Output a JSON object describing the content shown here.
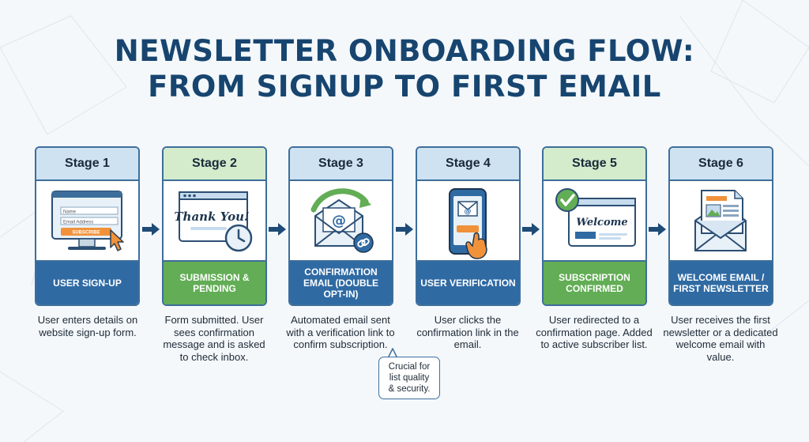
{
  "title": {
    "line1": "NEWSLETTER ONBOARDING FLOW:",
    "line2": "FROM SIGNUP TO FIRST EMAIL"
  },
  "colors": {
    "title": "#17456f",
    "border": "#3d6e9b",
    "header_blue": "#cfe2f1",
    "header_green": "#d4ebcc",
    "footer_blue": "#2f6aa3",
    "footer_green": "#62ad55",
    "accent_orange": "#f0923a",
    "arrow": "#1f4b77"
  },
  "stages": [
    {
      "header": "Stage 1",
      "icon": "signup-form-monitor-icon",
      "form_name_placeholder": "Name",
      "form_email_placeholder": "Email Address",
      "form_button": "SUBSCRIBE",
      "label": "USER SIGN-UP",
      "description": "User enters details on website sign-up form."
    },
    {
      "header": "Stage 2",
      "icon": "thank-you-window-clock-icon",
      "window_text": "Thank You!",
      "label": "SUBMISSION & PENDING",
      "description": "Form submitted. User sees confirmation message and is asked to check inbox."
    },
    {
      "header": "Stage 3",
      "icon": "envelope-link-icon",
      "label": "CONFIRMATION EMAIL (DOUBLE OPT-IN)",
      "description": "Automated email sent with a verification link to confirm subscription."
    },
    {
      "header": "Stage 4",
      "icon": "phone-tap-icon",
      "label": "USER VERIFICATION",
      "description": "User clicks the confirmation link in the email."
    },
    {
      "header": "Stage 5",
      "icon": "welcome-window-check-icon",
      "window_text": "Welcome",
      "label": "SUBSCRIPTION CONFIRMED",
      "description": "User redirected to a confirmation page. Added to active subscriber list."
    },
    {
      "header": "Stage 6",
      "icon": "newsletter-envelope-icon",
      "label": "WELCOME EMAIL / FIRST NEWSLETTER",
      "description": "User receives the first newsletter or a dedicated welcome email with value."
    }
  ],
  "callout": {
    "line1": "Crucial for",
    "line2": "list quality",
    "line3": "& security."
  }
}
